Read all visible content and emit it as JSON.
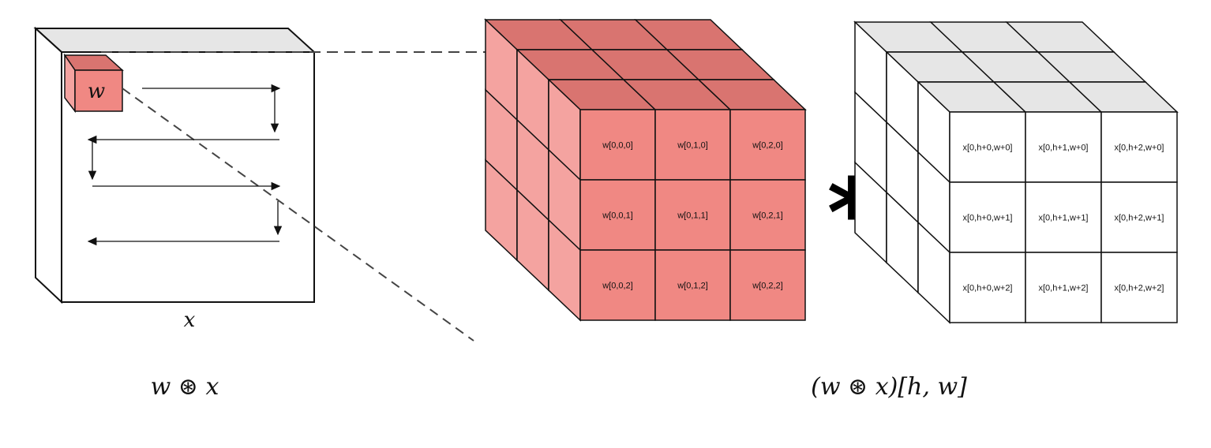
{
  "input_label": "x",
  "kernel_label": "w",
  "left_caption": "w ⊛ x",
  "right_caption": "(w ⊛ x)[h, w]",
  "operator_symbol": "*",
  "kernel_cells": [
    [
      "w[0,0,0]",
      "w[0,1,0]",
      "w[0,2,0]"
    ],
    [
      "w[0,0,1]",
      "w[0,1,1]",
      "w[0,2,1]"
    ],
    [
      "w[0,0,2]",
      "w[0,1,2]",
      "w[0,2,2]"
    ]
  ],
  "input_cells": [
    [
      "x[0,h+0,w+0]",
      "x[0,h+1,w+0]",
      "x[0,h+2,w+0]"
    ],
    [
      "x[0,h+0,w+1]",
      "x[0,h+1,w+1]",
      "x[0,h+2,w+1]"
    ],
    [
      "x[0,h+0,w+2]",
      "x[0,h+1,w+2]",
      "x[0,h+2,w+2]"
    ]
  ],
  "colors": {
    "kernel_front": "#f08883",
    "kernel_top": "#d97470",
    "kernel_side": "#f4a3a0",
    "input_top": "#e6e6e6",
    "stroke": "#111111"
  }
}
